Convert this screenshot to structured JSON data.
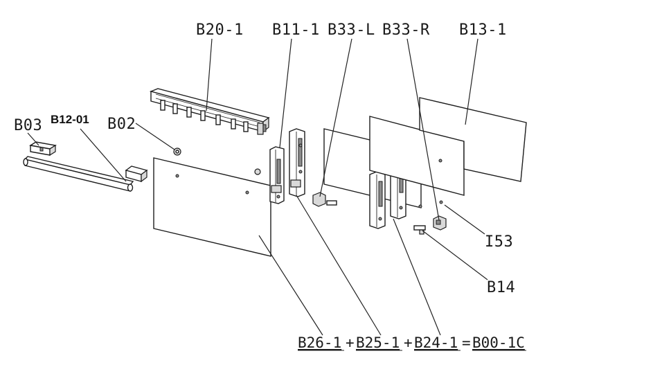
{
  "labels": {
    "b20": "B20-1",
    "b11": "B11-1",
    "b33l": "B33-L",
    "b33r": "B33-R",
    "b13": "B13-1",
    "b03": "B03",
    "b12": "B12-01",
    "b02": "B02",
    "i53": "I53",
    "b14": "B14"
  },
  "equation": {
    "t1": "B26-1",
    "op1": "+",
    "t2": "B25-1",
    "op2": "+",
    "t3": "B24-1",
    "op3": "=",
    "t4": "B00-1C"
  }
}
